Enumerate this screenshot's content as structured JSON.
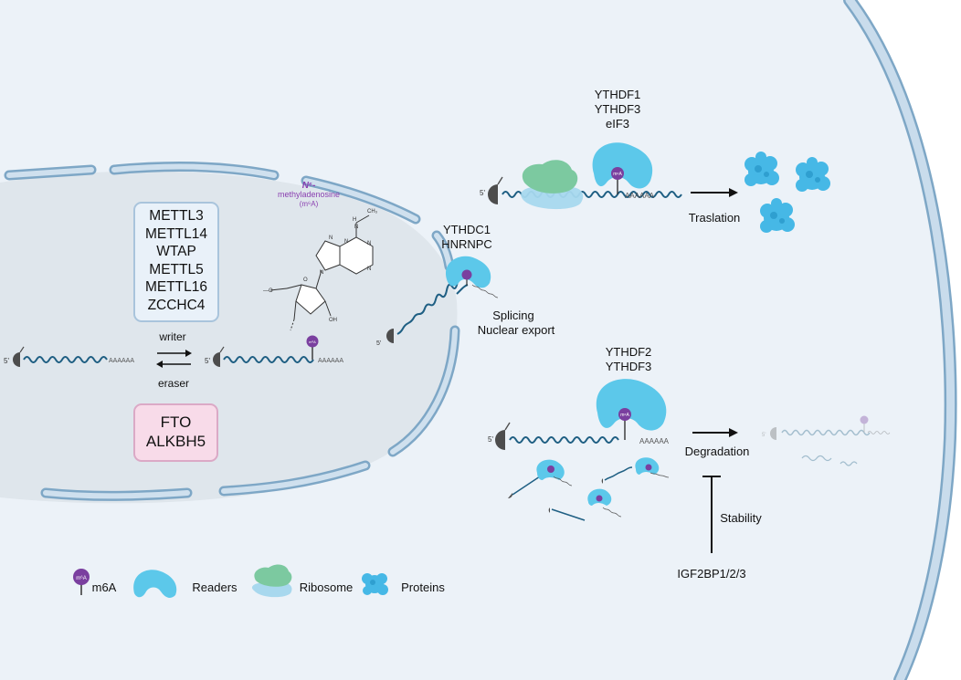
{
  "writers": [
    "METTL3",
    "METTL14",
    "WTAP",
    "METTL5",
    "METTL16",
    "ZCCHC4"
  ],
  "erasers": [
    "FTO",
    "ALKBH5"
  ],
  "molecule_title_1": "N⁶-",
  "molecule_title_2": "methyladenosine",
  "molecule_title_3": "(m⁶A)",
  "writer_label": "writer",
  "eraser_label": "eraser",
  "ythdc_readers": [
    "YTHDC1",
    "HNRNPC"
  ],
  "splicing_label": "Splicing",
  "export_label": "Nuclear export",
  "translation_readers": [
    "YTHDF1",
    "YTHDF3",
    "eIF3"
  ],
  "translation_label": "Traslation",
  "degradation_readers": [
    "YTHDF2",
    "YTHDF3"
  ],
  "degradation_label": "Degradation",
  "stability_label": "Stability",
  "igf_label": "IGF2BP1/2/3",
  "five_prime": "5'",
  "poly_a": "AAAAAA",
  "m6a_mark": "m⁶A",
  "legend": {
    "m6a": "m6A",
    "readers": "Readers",
    "ribosome": "Ribosome",
    "proteins": "Proteins"
  },
  "colors": {
    "rna": "#1f5f83",
    "reader": "#5cc8ea",
    "m6a": "#7a3f9f",
    "cap": "#4d4d4d",
    "ribosome_top": "#7cc9a0",
    "ribosome_bottom": "#a8d8ee",
    "protein": "#46b8e6",
    "membrane": "#b5cfe3",
    "nucleus_fill": "#dfe6ec",
    "cell_fill": "#ecf2f8"
  }
}
